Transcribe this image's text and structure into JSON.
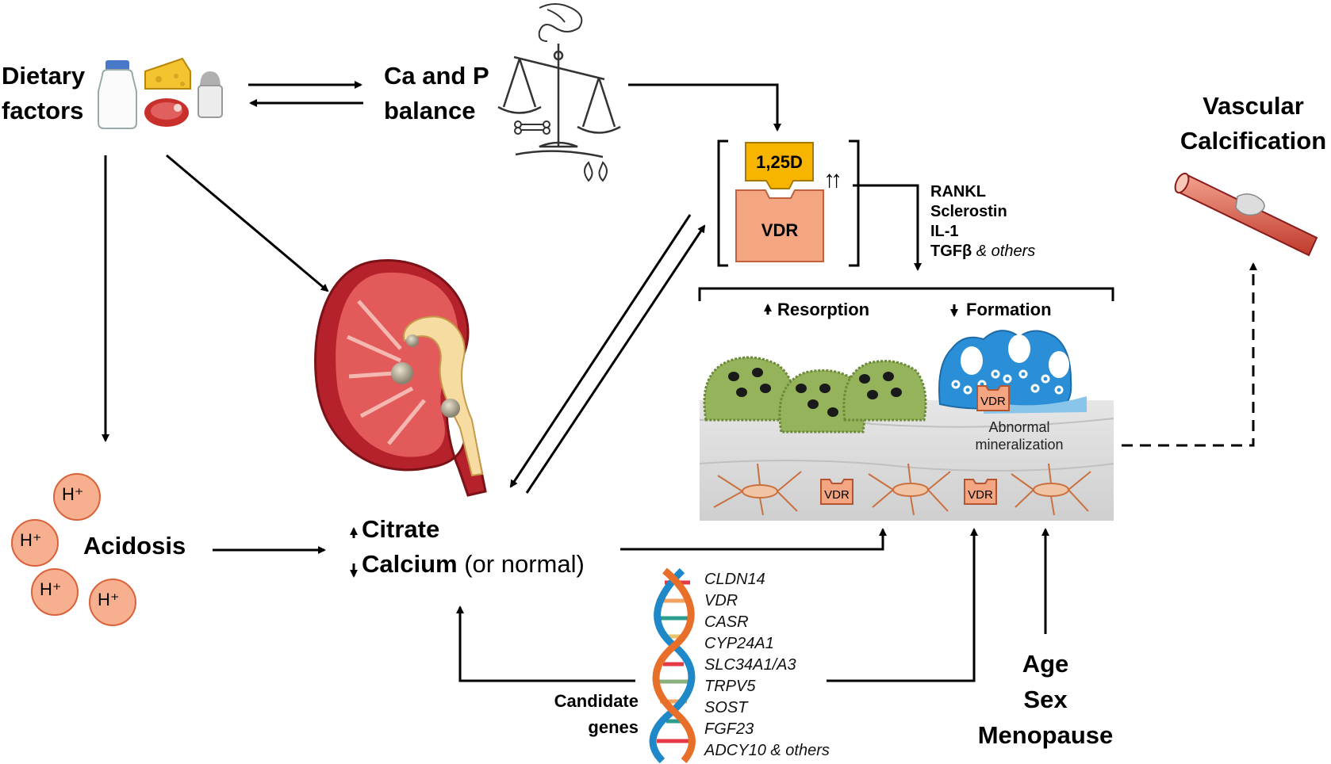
{
  "labels": {
    "dietary_line1": "Dietary",
    "dietary_line2": "factors",
    "ca_p_line1": "Ca and P",
    "ca_p_line2": "balance",
    "vitd": "1,25D",
    "vdr": "VDR",
    "up_arrows": "↑↑",
    "signals": [
      "RANKL",
      "Sclerostin",
      "IL-1",
      "TGFβ"
    ],
    "signals_suffix": "& others",
    "vascular_line1": "Vascular",
    "vascular_line2": "Calcification",
    "resorption": "Resorption",
    "formation": "Formation",
    "abnormal_line1": "Abnormal",
    "abnormal_line2": "mineralization",
    "bone_vdr": "VDR",
    "acidosis": "Acidosis",
    "hplus": "H⁺",
    "citrate": "Citrate",
    "calcium": "Calcium",
    "calcium_suffix": " (or normal)",
    "candidate_line1": "Candidate",
    "candidate_line2": "genes",
    "genes": [
      "CLDN14",
      "VDR",
      "CASR",
      "CYP24A1",
      "SLC34A1/A3",
      "TRPV5",
      "SOST",
      "FGF23",
      "ADCY10"
    ],
    "genes_suffix": "& others",
    "age": "Age",
    "sex": "Sex",
    "menopause": "Menopause"
  },
  "icons": [
    "milk-bottle-icon",
    "cheese-icon",
    "meat-icon",
    "salt-shaker-icon",
    "balance-scale-icon",
    "intestine-icon",
    "bone-icon",
    "kidney-small-icon",
    "kidney-stone-icon",
    "blood-vessel-icon",
    "osteoclast-icon",
    "osteoblast-icon",
    "osteocyte-icon",
    "dna-helix-icon",
    "hydrogen-ion-icon"
  ],
  "colors": {
    "vitd_fill": "#f7b500",
    "vdr_fill": "#f4a582",
    "vdr_stroke": "#d4704a",
    "osteoclast": "#94b35a",
    "osteoblast": "#2a8fd6",
    "bone": "#d9d9d9",
    "hplus_fill": "#f6b08f",
    "kidney_red": "#d7333a"
  }
}
